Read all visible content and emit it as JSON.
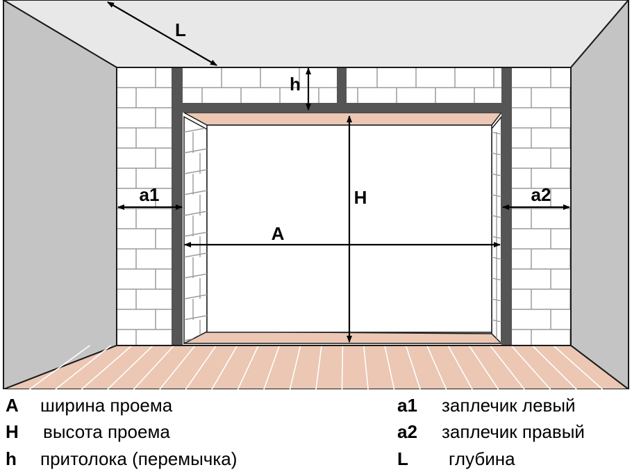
{
  "diagram": {
    "labels": {
      "depth": "L",
      "lintel": "h",
      "height": "H",
      "width": "A",
      "left_shoulder": "a1",
      "right_shoulder": "a2"
    },
    "colors": {
      "ceiling": "#e8e8e8",
      "side_walls": "#c4c4c4",
      "brick_wall": "#ffffff",
      "brick_lines": "#9a9a9a",
      "steel_frame": "#555555",
      "floor": "#ebc7b4",
      "opening_reveal": "#ebc7b4",
      "outline": "#1a1a1a"
    }
  },
  "legend": {
    "left": [
      {
        "symbol": "A",
        "text": "ширина проема"
      },
      {
        "symbol": "H",
        "text": "высота проема"
      },
      {
        "symbol": "h",
        "text": "притолока (перемычка)"
      }
    ],
    "right": [
      {
        "symbol": "a1",
        "text": "заплечик левый"
      },
      {
        "symbol": "a2",
        "text": "заплечик правый"
      },
      {
        "symbol": "L",
        "text": "глубина"
      }
    ]
  }
}
